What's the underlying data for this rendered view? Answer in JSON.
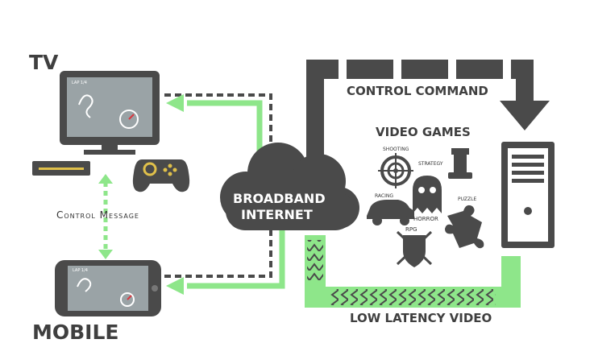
{
  "labels": {
    "tv": "TV",
    "mobile": "MOBILE",
    "control_message": "Control Message",
    "cloud_line1": "BROADBAND",
    "cloud_line2": "INTERNET",
    "control_command": "CONTROL COMMAND",
    "video_games": "VIDEO GAMES",
    "low_latency_video": "LOW LATENCY VIDEO",
    "screen_lap": "LAP 1/4"
  },
  "genres": {
    "shooting": "SHOOTING",
    "strategy": "STRATEGY",
    "racing": "RACING",
    "horror": "HORROR",
    "puzzle": "PUZZLE",
    "rpg": "RPG"
  },
  "colors": {
    "dark": "#4a4a4a",
    "green": "#8ee68a",
    "green_dark": "#6bd46a",
    "gold": "#e0c04a",
    "text": "#3f3f3f"
  }
}
